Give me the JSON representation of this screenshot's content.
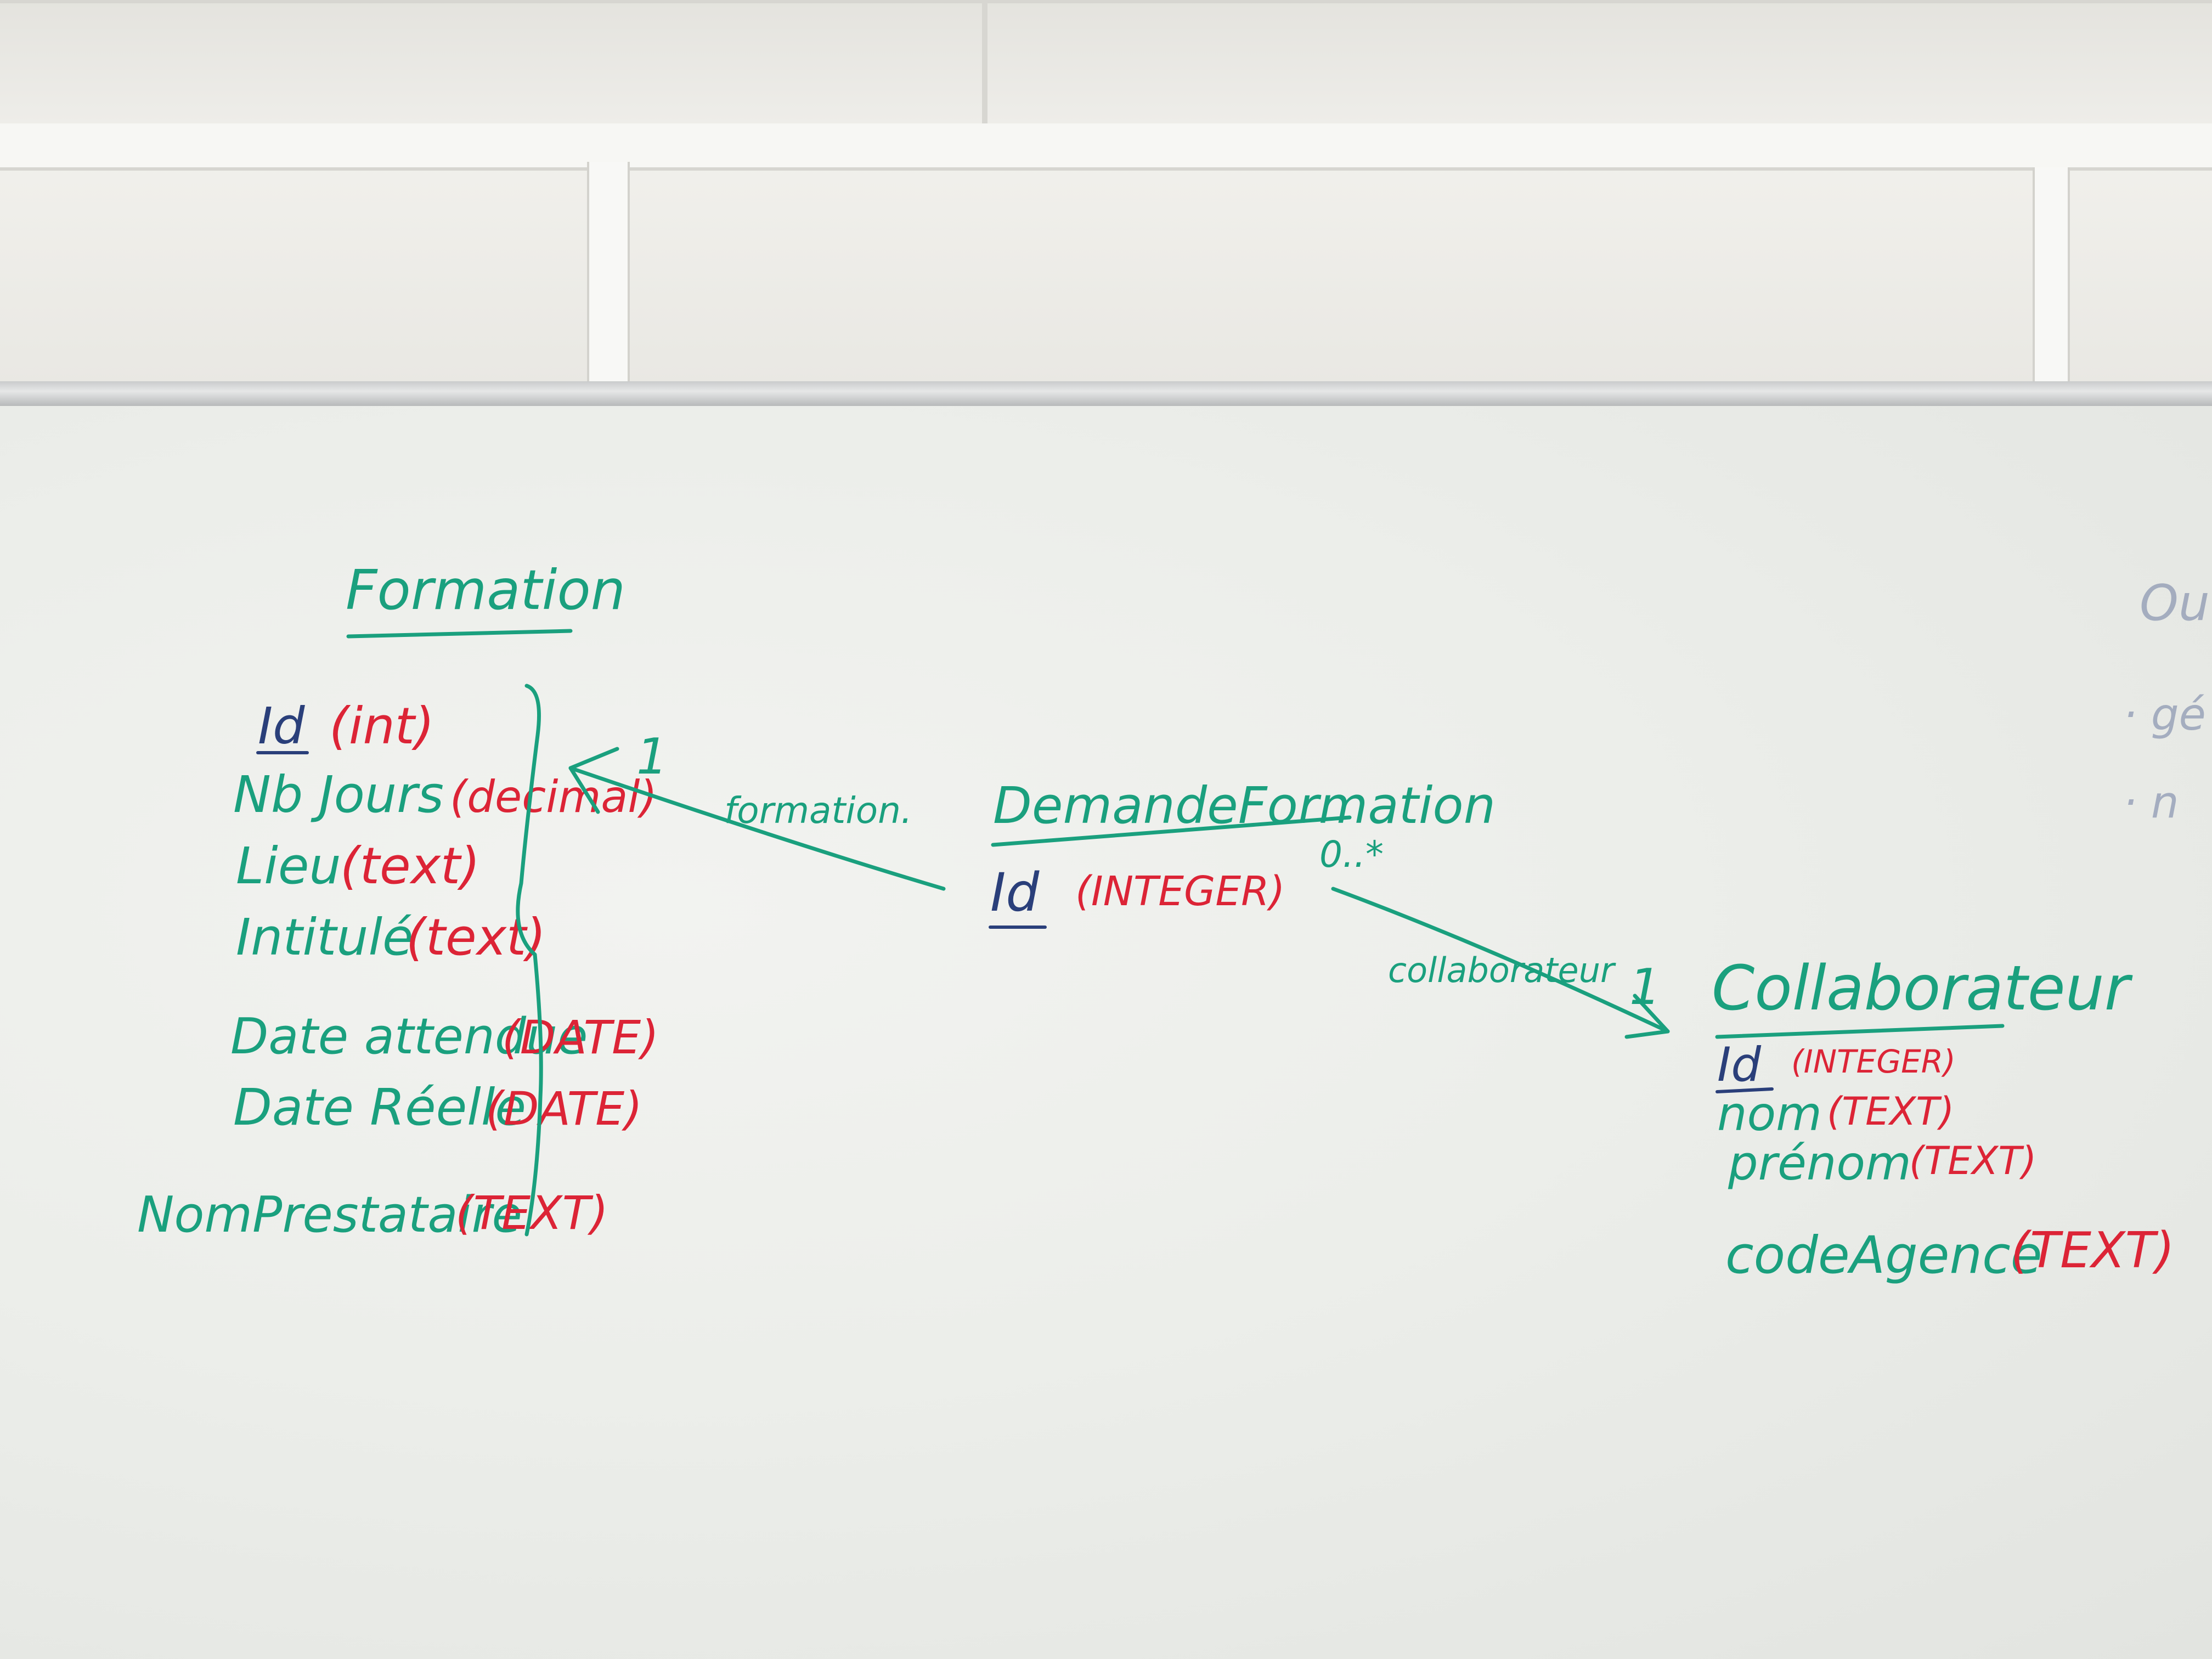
{
  "formation": {
    "title": "Formation",
    "fields": [
      {
        "name": "Id",
        "type": "(int)"
      },
      {
        "name": "Nb Jours",
        "type": "(decimal)"
      },
      {
        "name": "Lieu",
        "type": "(text)"
      },
      {
        "name": "Intitulé",
        "type": "(text)"
      },
      {
        "name": "Date attendue",
        "type": "(DATE)"
      },
      {
        "name": "Date Réelle",
        "type": "(DATE)"
      },
      {
        "name": "NomPrestataire",
        "type": "(TEXT)"
      }
    ]
  },
  "demande_formation": {
    "title": "DemandeFormation",
    "fields": [
      {
        "name": "Id",
        "type": "(INTEGER)"
      }
    ]
  },
  "collaborateur": {
    "title": "Collaborateur",
    "fields": [
      {
        "name": "Id",
        "type": "(INTEGER)"
      },
      {
        "name": "nom",
        "type": "(TEXT)"
      },
      {
        "name": "prénom",
        "type": "(TEXT)"
      },
      {
        "name": "codeAgence",
        "type": "(TEXT)"
      }
    ]
  },
  "relations": {
    "formation_label": "formation.",
    "formation_multiplicity": "1",
    "collaborateur_label": "collaborateur",
    "collaborateur_multiplicity_source": "0..*",
    "collaborateur_multiplicity_target": "1"
  },
  "edge_text": [
    "Ou",
    "· gé",
    "· n"
  ],
  "colors": {
    "green_marker": "#1aa07e",
    "red_marker": "#dc2436",
    "blue_marker": "#2a3f7a",
    "board": "#eceeea"
  }
}
